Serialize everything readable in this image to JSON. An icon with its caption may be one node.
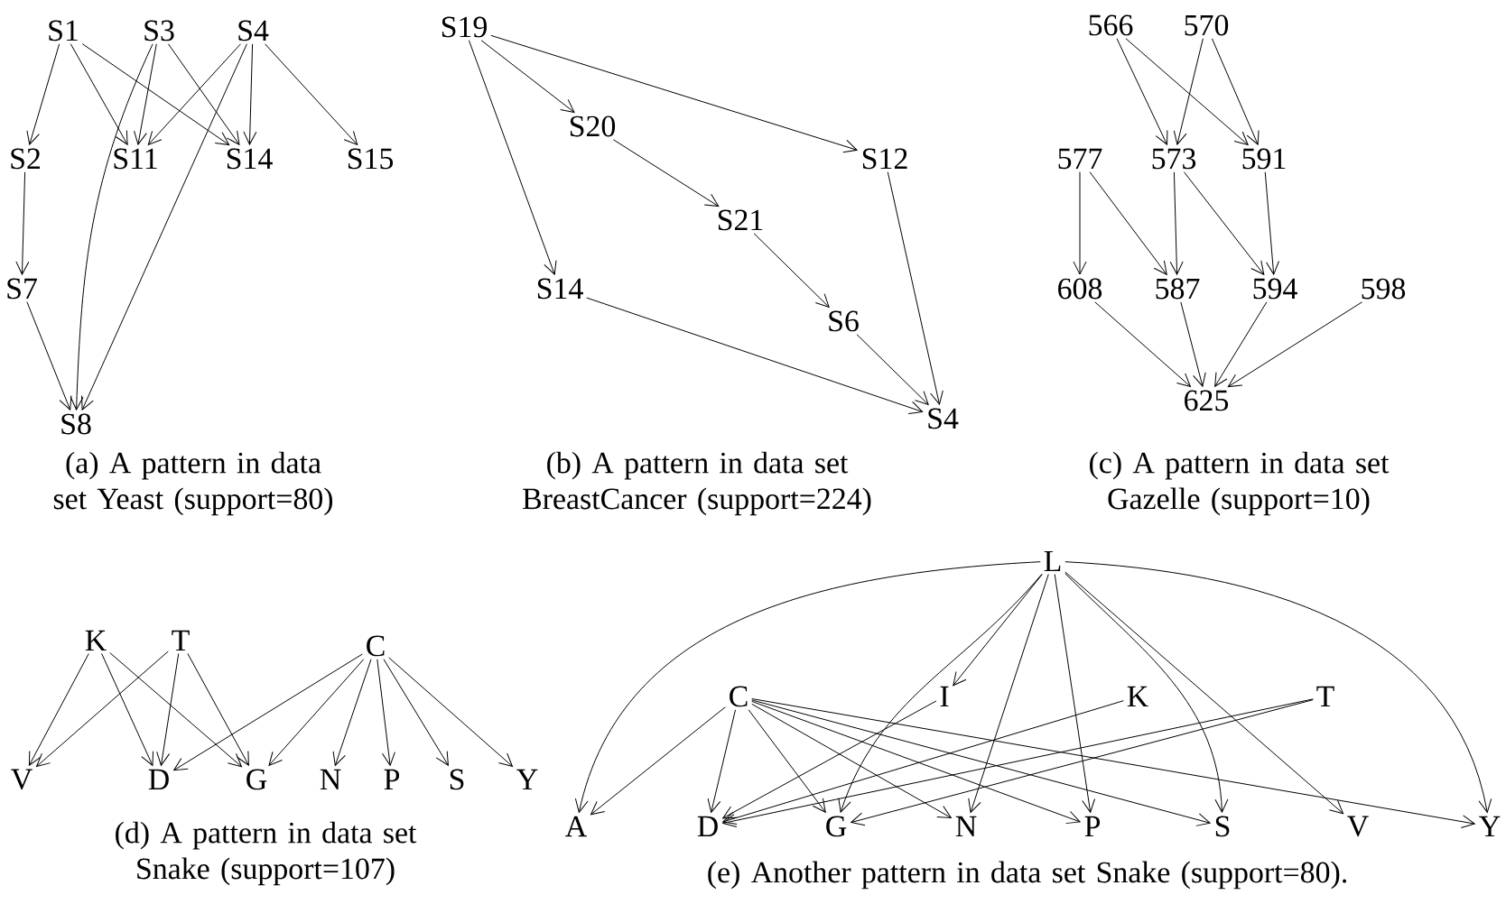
{
  "diagram": {
    "nodes": [
      {
        "text": [
          "S1"
        ]
      },
      {
        "text": [
          "S3"
        ]
      },
      {
        "text": [
          "S4"
        ]
      },
      {
        "text": [
          "S2"
        ]
      },
      {
        "text": [
          "S11"
        ]
      },
      {
        "text": [
          "S14"
        ]
      },
      {
        "text": [
          "S15"
        ]
      },
      {
        "text": [
          "S7"
        ]
      },
      {
        "text": [
          "S8"
        ]
      },
      {
        "text": [
          "S19"
        ]
      },
      {
        "text": [
          "S20"
        ]
      },
      {
        "text": [
          "S12"
        ]
      },
      {
        "text": [
          "S21"
        ]
      },
      {
        "text": [
          "S14"
        ]
      },
      {
        "text": [
          "S6"
        ]
      },
      {
        "text": [
          "S4"
        ]
      },
      {
        "text": [
          "566"
        ]
      },
      {
        "text": [
          "570"
        ]
      },
      {
        "text": [
          "577"
        ]
      },
      {
        "text": [
          "573"
        ]
      },
      {
        "text": [
          "591"
        ]
      },
      {
        "text": [
          "608"
        ]
      },
      {
        "text": [
          "587"
        ]
      },
      {
        "text": [
          "594"
        ]
      },
      {
        "text": [
          "598"
        ]
      },
      {
        "text": [
          "625"
        ]
      },
      {
        "text": [
          "K"
        ]
      },
      {
        "text": [
          "T"
        ]
      },
      {
        "text": [
          "C"
        ]
      },
      {
        "text": [
          "V"
        ]
      },
      {
        "text": [
          "D"
        ]
      },
      {
        "text": [
          "G"
        ]
      },
      {
        "text": [
          "N"
        ]
      },
      {
        "text": [
          "P"
        ]
      },
      {
        "text": [
          "S"
        ]
      },
      {
        "text": [
          "Y"
        ]
      },
      {
        "text": [
          "L"
        ]
      },
      {
        "text": [
          "C"
        ]
      },
      {
        "text": [
          "I"
        ]
      },
      {
        "text": [
          "K"
        ]
      },
      {
        "text": [
          "T"
        ]
      },
      {
        "text": [
          "A"
        ]
      },
      {
        "text": [
          "D"
        ]
      },
      {
        "text": [
          "G"
        ]
      },
      {
        "text": [
          "N"
        ]
      },
      {
        "text": [
          "P"
        ]
      },
      {
        "text": [
          "S"
        ]
      },
      {
        "text": [
          "V"
        ]
      },
      {
        "text": [
          "Y"
        ]
      }
    ],
    "edges": [
      {
        "from": 0,
        "to": 3,
        "arrow": "to"
      },
      {
        "from": 0,
        "to": 4,
        "arrow": "to"
      },
      {
        "from": 0,
        "to": 5,
        "arrow": "to"
      },
      {
        "from": 1,
        "to": 4,
        "arrow": "to"
      },
      {
        "from": 1,
        "to": 5,
        "arrow": "to"
      },
      {
        "from": 1,
        "to": 8,
        "arrow": "to"
      },
      {
        "from": 2,
        "to": 4,
        "arrow": "to"
      },
      {
        "from": 2,
        "to": 5,
        "arrow": "to"
      },
      {
        "from": 2,
        "to": 6,
        "arrow": "to"
      },
      {
        "from": 2,
        "to": 8,
        "arrow": "to"
      },
      {
        "from": 3,
        "to": 7,
        "arrow": "to"
      },
      {
        "from": 7,
        "to": 8,
        "arrow": "to"
      },
      {
        "from": 9,
        "to": 10,
        "arrow": "to"
      },
      {
        "from": 9,
        "to": 11,
        "arrow": "to"
      },
      {
        "from": 9,
        "to": 13,
        "arrow": "to"
      },
      {
        "from": 10,
        "to": 12,
        "arrow": "to"
      },
      {
        "from": 12,
        "to": 14,
        "arrow": "to"
      },
      {
        "from": 14,
        "to": 15,
        "arrow": "to"
      },
      {
        "from": 13,
        "to": 15,
        "arrow": "to"
      },
      {
        "from": 11,
        "to": 15,
        "arrow": "to"
      },
      {
        "from": 16,
        "to": 19,
        "arrow": "to"
      },
      {
        "from": 16,
        "to": 20,
        "arrow": "to"
      },
      {
        "from": 17,
        "to": 19,
        "arrow": "to"
      },
      {
        "from": 17,
        "to": 20,
        "arrow": "to"
      },
      {
        "from": 18,
        "to": 21,
        "arrow": "to"
      },
      {
        "from": 18,
        "to": 22,
        "arrow": "to"
      },
      {
        "from": 19,
        "to": 22,
        "arrow": "to"
      },
      {
        "from": 19,
        "to": 23,
        "arrow": "to"
      },
      {
        "from": 20,
        "to": 23,
        "arrow": "to"
      },
      {
        "from": 21,
        "to": 25,
        "arrow": "to"
      },
      {
        "from": 22,
        "to": 25,
        "arrow": "to"
      },
      {
        "from": 23,
        "to": 25,
        "arrow": "to"
      },
      {
        "from": 24,
        "to": 25,
        "arrow": "to"
      },
      {
        "from": 26,
        "to": 29,
        "arrow": "to"
      },
      {
        "from": 26,
        "to": 30,
        "arrow": "to"
      },
      {
        "from": 26,
        "to": 31,
        "arrow": "to"
      },
      {
        "from": 27,
        "to": 29,
        "arrow": "to"
      },
      {
        "from": 27,
        "to": 30,
        "arrow": "to"
      },
      {
        "from": 27,
        "to": 31,
        "arrow": "to"
      },
      {
        "from": 28,
        "to": 30,
        "arrow": "to"
      },
      {
        "from": 28,
        "to": 31,
        "arrow": "to"
      },
      {
        "from": 28,
        "to": 32,
        "arrow": "to"
      },
      {
        "from": 28,
        "to": 33,
        "arrow": "to"
      },
      {
        "from": 28,
        "to": 34,
        "arrow": "to"
      },
      {
        "from": 28,
        "to": 35,
        "arrow": "to"
      },
      {
        "from": 36,
        "to": 41,
        "arrow": "to"
      },
      {
        "from": 36,
        "to": 38,
        "arrow": "to"
      },
      {
        "from": 36,
        "to": 43,
        "arrow": "to"
      },
      {
        "from": 36,
        "to": 44,
        "arrow": "to"
      },
      {
        "from": 36,
        "to": 45,
        "arrow": "to"
      },
      {
        "from": 36,
        "to": 46,
        "arrow": "to"
      },
      {
        "from": 36,
        "to": 47,
        "arrow": "to"
      },
      {
        "from": 36,
        "to": 48,
        "arrow": "to"
      },
      {
        "from": 37,
        "to": 41,
        "arrow": "to"
      },
      {
        "from": 37,
        "to": 42,
        "arrow": "to"
      },
      {
        "from": 37,
        "to": 43,
        "arrow": "to"
      },
      {
        "from": 37,
        "to": 44,
        "arrow": "to"
      },
      {
        "from": 37,
        "to": 45,
        "arrow": "to"
      },
      {
        "from": 37,
        "to": 46,
        "arrow": "to"
      },
      {
        "from": 37,
        "to": 48,
        "arrow": "to"
      },
      {
        "from": 38,
        "to": 42,
        "arrow": "to"
      },
      {
        "from": 39,
        "to": 42,
        "arrow": "to"
      },
      {
        "from": 40,
        "to": 42,
        "arrow": "to"
      },
      {
        "from": 40,
        "to": 43,
        "arrow": "to"
      }
    ],
    "labels": [
      "(a) A pattern in data set Yeast (support=80)",
      "(b) A pattern in data set BreastCancer (support=224)",
      "(c) A pattern in data set Gazelle (support=10)",
      "(d) A pattern in data set Snake (support=107)",
      "(e) Another pattern in data set Snake (support=80)."
    ]
  }
}
